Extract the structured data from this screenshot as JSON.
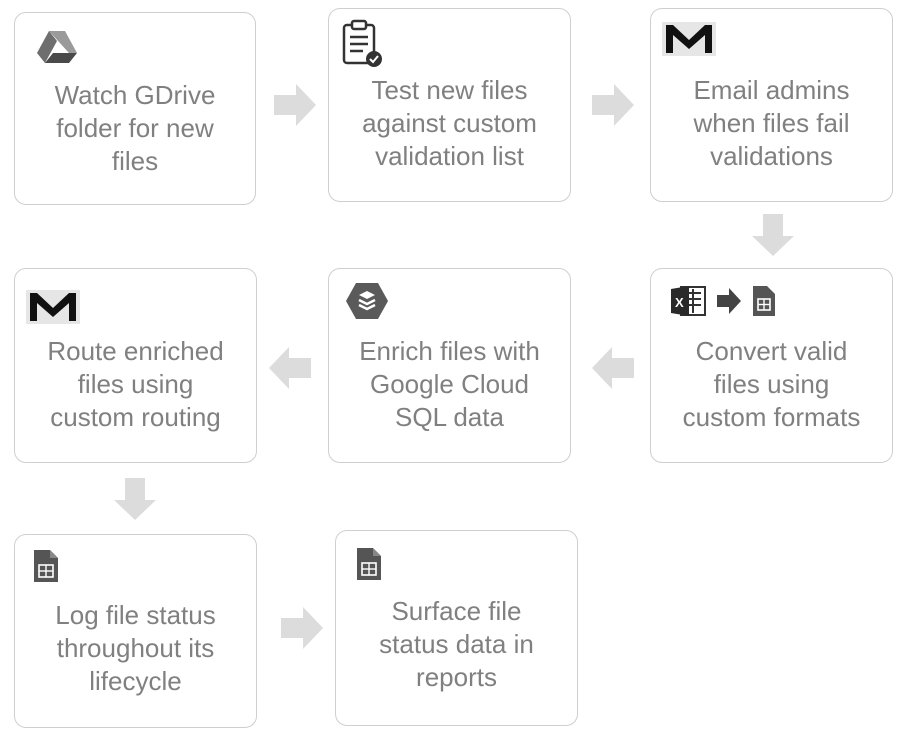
{
  "steps": [
    {
      "id": "watch",
      "icon": "google-drive-icon",
      "lines": [
        "Watch GDrive",
        "folder for new",
        "files"
      ]
    },
    {
      "id": "test",
      "icon": "clipboard-check-icon",
      "lines": [
        "Test new files",
        "against custom",
        "validation list"
      ]
    },
    {
      "id": "email",
      "icon": "gmail-icon",
      "lines": [
        "Email admins",
        "when files fail",
        "validations"
      ]
    },
    {
      "id": "route",
      "icon": "gmail-icon",
      "lines": [
        "Route enriched",
        "files using",
        "custom routing"
      ]
    },
    {
      "id": "enrich",
      "icon": "cloud-sql-icon",
      "lines": [
        "Enrich files with",
        "Google Cloud",
        "SQL data"
      ]
    },
    {
      "id": "convert",
      "icon": "excel-to-sheets-icon",
      "lines": [
        "Convert valid",
        "files using",
        "custom formats"
      ]
    },
    {
      "id": "log",
      "icon": "sheets-icon",
      "lines": [
        "Log file status",
        "throughout its",
        "lifecycle"
      ]
    },
    {
      "id": "surface",
      "icon": "sheets-icon",
      "lines": [
        "Surface file",
        "status data in",
        "reports"
      ]
    }
  ],
  "colors": {
    "border": "#cfcfcf",
    "text": "#808080",
    "arrow": "#dcdcdc",
    "icon_dark": "#555555"
  }
}
